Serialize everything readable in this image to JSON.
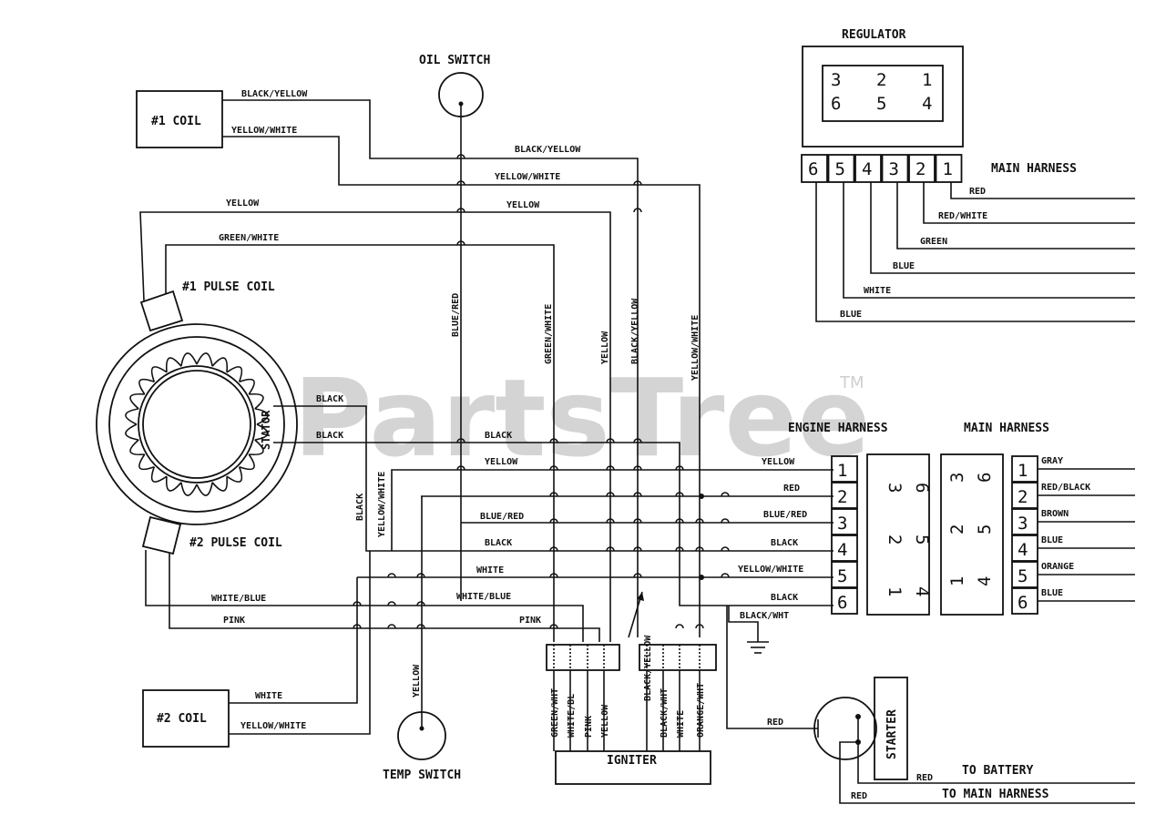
{
  "watermark": {
    "brand": "PartsTree",
    "tm": "TM"
  },
  "components": {
    "oil_switch": "OIL SWITCH",
    "coil_1": "#1 COIL",
    "coil_2": "#2 COIL",
    "pulse_coil_1": "#1 PULSE COIL",
    "pulse_coil_2": "#2 PULSE COIL",
    "stator": "STATOR",
    "regulator": "REGULATOR",
    "temp_switch": "TEMP SWITCH",
    "igniter": "IGNITER",
    "starter": "STARTER",
    "engine_harness": "ENGINE HARNESS",
    "main_harness": "MAIN HARNESS",
    "to_battery": "TO BATTERY",
    "to_main_harness": "TO MAIN HARNESS"
  },
  "regulator_grid": {
    "top": [
      "3",
      "2",
      "1"
    ],
    "bottom": [
      "6",
      "5",
      "4"
    ]
  },
  "regulator_connector": [
    "6",
    "5",
    "4",
    "3",
    "2",
    "1"
  ],
  "regulator_harness_wires": [
    "RED",
    "RED/WHITE",
    "GREEN",
    "BLUE",
    "WHITE",
    "BLUE"
  ],
  "engine_harness_pins": [
    "1",
    "2",
    "3",
    "4",
    "5",
    "6"
  ],
  "engine_harness_wires": [
    "YELLOW",
    "RED",
    "BLUE/RED",
    "BLACK",
    "YELLOW/WHITE",
    "BLACK"
  ],
  "plug_engine_side": [
    "3",
    "6",
    "2",
    "5",
    "1",
    "4"
  ],
  "plug_main_side": [
    "3",
    "6",
    "2",
    "5",
    "1",
    "4"
  ],
  "main_harness_pins": [
    "1",
    "2",
    "3",
    "4",
    "5",
    "6"
  ],
  "main_harness_wires": [
    "GRAY",
    "RED/BLACK",
    "BROWN",
    "BLUE",
    "ORANGE",
    "BLUE"
  ],
  "igniter_wires": [
    "GREEN/WHT",
    "WHITE/BL",
    "PINK",
    "YELLOW",
    "BLACK/YELLOW",
    "BLACK/WHT",
    "WHITE",
    "ORANGE/WHT"
  ],
  "wire_labels": {
    "coil1_black_yellow": "BLACK/YELLOW",
    "coil1_yellow_white": "YELLOW/WHITE",
    "bus_black_yellow": "BLACK/YELLOW",
    "bus_yellow_white": "YELLOW/WHITE",
    "pulse1_yellow": "YELLOW",
    "bus_yellow": "YELLOW",
    "pulse1_green_white": "GREEN/WHITE",
    "vert_blue_red": "BLUE/RED",
    "vert_green_white": "GREEN/WHITE",
    "vert_yellow": "YELLOW",
    "vert_black_yellow": "BLACK/YELLOW",
    "vert_yellow_white": "YELLOW/WHITE",
    "stator_black_1": "BLACK",
    "stator_black_2": "BLACK",
    "bus_black": "BLACK",
    "bus_yellow_2": "YELLOW",
    "vert_black": "BLACK",
    "vert_yellow_white_2": "YELLOW/WHITE",
    "bus_blue_red": "BLUE/RED",
    "bus_black_2": "BLACK",
    "bus_white": "WHITE",
    "pulse2_white_blue": "WHITE/BLUE",
    "bus_white_blue": "WHITE/BLUE",
    "pulse2_pink": "PINK",
    "bus_pink": "PINK",
    "temp_yellow": "YELLOW",
    "coil2_white": "WHITE",
    "coil2_yellow_white": "YELLOW/WHITE",
    "ground_black_wht": "BLACK/WHT",
    "starter_red": "RED",
    "battery_red": "RED",
    "main_red": "RED"
  }
}
